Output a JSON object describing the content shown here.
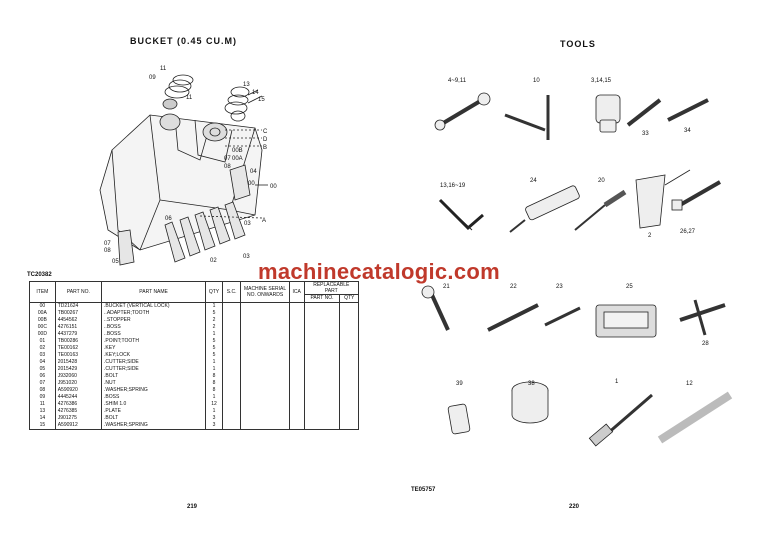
{
  "left_page": {
    "title": "BUCKET (0.45 CU.M)",
    "figure_code": "TC20382",
    "page_number": "219",
    "callouts": [
      "11",
      "09",
      "11",
      "13",
      "14",
      "15",
      "C",
      "D",
      "B",
      "00",
      "00B",
      "00A",
      "07",
      "08",
      "04",
      "00",
      "06",
      "03",
      "A",
      "05",
      "07",
      "08",
      "02",
      "03"
    ],
    "table": {
      "headers": {
        "item": "ITEM",
        "part_no": "PART NO.",
        "part_name": "PART NAME",
        "qty": "QTY",
        "sc": "S.C.",
        "machine_serial": "MACHINE SERIAL NO. ONWARDS",
        "ica": "ICA",
        "replaceable_part": "REPLACEABLE PART",
        "rp_part_no": "PART NO.",
        "rp_qty": "QTY"
      },
      "rows": [
        {
          "item": "00",
          "part_no": "TD21624",
          "name": ".BUCKET (VERTICAL LOCK)",
          "qty": "1"
        },
        {
          "item": "00A",
          "part_no": "TB00267",
          "name": "..ADAPTER;TOOTH",
          "qty": "5"
        },
        {
          "item": "00B",
          "part_no": "4454562",
          "name": "..STOPPER",
          "qty": "2"
        },
        {
          "item": "00C",
          "part_no": "4276151",
          "name": "..BOSS",
          "qty": "2"
        },
        {
          "item": "00D",
          "part_no": "4437279",
          "name": "..BOSS",
          "qty": "1"
        },
        {
          "item": "01",
          "part_no": "TB00286",
          "name": ".POINT;TOOTH",
          "qty": "5"
        },
        {
          "item": "02",
          "part_no": "TE00162",
          "name": ".KEY",
          "qty": "5"
        },
        {
          "item": "03",
          "part_no": "TE00163",
          "name": ".KEY;LOCK",
          "qty": "5"
        },
        {
          "item": "04",
          "part_no": "2015428",
          "name": ".CUTTER;SIDE",
          "qty": "1"
        },
        {
          "item": "05",
          "part_no": "2015429",
          "name": ".CUTTER;SIDE",
          "qty": "1"
        },
        {
          "item": "06",
          "part_no": "J932060",
          "name": ".BOLT",
          "qty": "8"
        },
        {
          "item": "07",
          "part_no": "J951020",
          "name": ".NUT",
          "qty": "8"
        },
        {
          "item": "08",
          "part_no": "A590920",
          "name": ".WASHER;SPRING",
          "qty": "8"
        },
        {
          "item": "09",
          "part_no": "4445244",
          "name": ".BOSS",
          "qty": "1"
        },
        {
          "item": "11",
          "part_no": "4276386",
          "name": ".SHIM 1.0",
          "qty": "12"
        },
        {
          "item": "13",
          "part_no": "4276385",
          "name": ".PLATE",
          "qty": "1"
        },
        {
          "item": "14",
          "part_no": "J901275",
          "name": ".BOLT",
          "qty": "3"
        },
        {
          "item": "15",
          "part_no": "A590912",
          "name": ".WASHER;SPRING",
          "qty": "3"
        }
      ]
    }
  },
  "right_page": {
    "title": "TOOLS",
    "figure_code": "TE05757",
    "page_number": "220",
    "callouts": [
      "4~9,11",
      "10",
      "3,14,15",
      "33",
      "34",
      "13,16~19",
      "24",
      "20",
      "2",
      "26,27",
      "21",
      "22",
      "23",
      "25",
      "28",
      "39",
      "38",
      "1",
      "12"
    ]
  },
  "watermark": "machinecatalogic.com",
  "colors": {
    "watermark": "#c0392b",
    "ink": "#111111"
  }
}
